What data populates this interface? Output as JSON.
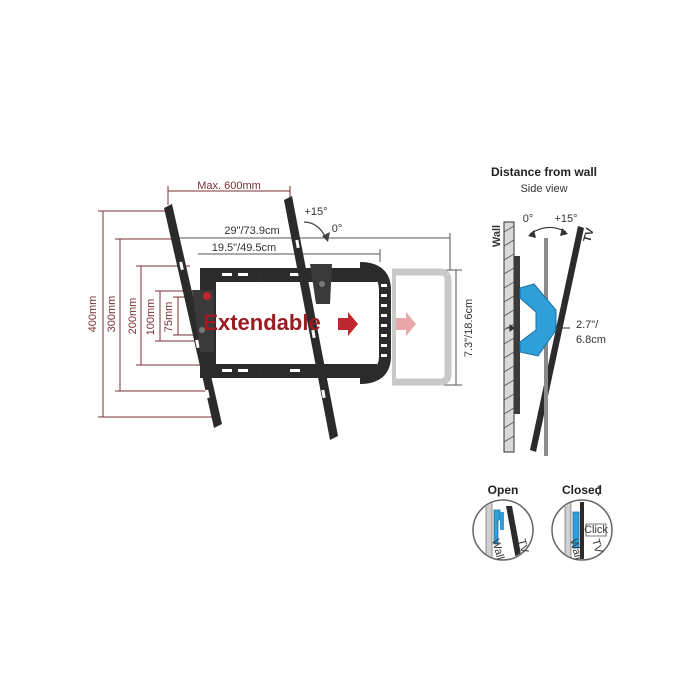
{
  "front_view": {
    "max_width": "Max. 600mm",
    "width_full": "29\"/73.9cm",
    "width_half": "19.5\"/49.5cm",
    "height_bracket": "7.3\"/18.6cm",
    "tilt_up": "+15°",
    "tilt_zero": "0°",
    "vesa_heights": [
      "400mm",
      "300mm",
      "200mm",
      "100mm",
      "75mm"
    ],
    "extendable_label": "Extendable",
    "rail_marks": [
      "2",
      "2"
    ]
  },
  "side_view": {
    "title": "Distance from wall",
    "subtitle": "Side view",
    "wall_label": "Wall",
    "tv_label": "TV",
    "angle_zero": "0°",
    "angle_plus": "+15°",
    "distance": "2.7\"/\n6.8cm",
    "distance_line1": "2.7\"/",
    "distance_line2": "6.8cm"
  },
  "lock_detail": {
    "open_label": "Open",
    "closed_label": "Closed",
    "click_label": "Click",
    "wall_label": "Wall",
    "tv_label": "TV"
  },
  "colors": {
    "dimension": "#7a3035",
    "accent_blue": "#2e9fd8",
    "extendable_red": "#9b1b23",
    "metal_dark": "#2b2b2b"
  }
}
